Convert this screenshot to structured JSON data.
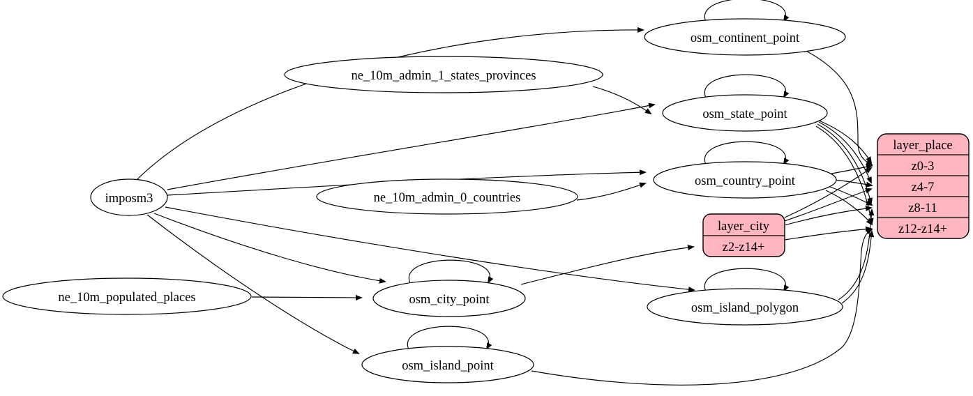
{
  "diagram": {
    "type": "etl-graph",
    "background_color": "#ffffff",
    "edge_color": "#000000",
    "table_fill_color": "#ffffff",
    "layer_fill_color": "#ffb6c1",
    "nodes": {
      "imposm3": {
        "label": "imposm3",
        "shape": "ellipse"
      },
      "ne_10m_admin_1_states_provinces": {
        "label": "ne_10m_admin_1_states_provinces",
        "shape": "ellipse"
      },
      "ne_10m_admin_0_countries": {
        "label": "ne_10m_admin_0_countries",
        "shape": "ellipse"
      },
      "ne_10m_populated_places": {
        "label": "ne_10m_populated_places",
        "shape": "ellipse"
      },
      "osm_continent_point": {
        "label": "osm_continent_point",
        "shape": "ellipse",
        "self_loop": true
      },
      "osm_state_point": {
        "label": "osm_state_point",
        "shape": "ellipse",
        "self_loop": true
      },
      "osm_country_point": {
        "label": "osm_country_point",
        "shape": "ellipse",
        "self_loop": true
      },
      "osm_city_point": {
        "label": "osm_city_point",
        "shape": "ellipse",
        "self_loop": true
      },
      "osm_island_polygon": {
        "label": "osm_island_polygon",
        "shape": "ellipse",
        "self_loop": true
      },
      "osm_island_point": {
        "label": "osm_island_point",
        "shape": "ellipse",
        "self_loop": true
      },
      "layer_city": {
        "title": "layer_city",
        "rows": [
          "z2-z14+"
        ],
        "shape": "record",
        "fill": "#ffb6c1"
      },
      "layer_place": {
        "title": "layer_place",
        "rows": [
          "z0-3",
          "z4-7",
          "z8-11",
          "z12-z14+"
        ],
        "shape": "record",
        "fill": "#ffb6c1"
      }
    },
    "edges": [
      {
        "from": "imposm3",
        "to": "osm_continent_point"
      },
      {
        "from": "imposm3",
        "to": "osm_state_point"
      },
      {
        "from": "imposm3",
        "to": "osm_country_point"
      },
      {
        "from": "imposm3",
        "to": "osm_city_point"
      },
      {
        "from": "imposm3",
        "to": "osm_island_polygon"
      },
      {
        "from": "imposm3",
        "to": "osm_island_point"
      },
      {
        "from": "ne_10m_admin_1_states_provinces",
        "to": "osm_state_point"
      },
      {
        "from": "ne_10m_admin_0_countries",
        "to": "osm_country_point"
      },
      {
        "from": "ne_10m_populated_places",
        "to": "osm_city_point"
      },
      {
        "from": "osm_continent_point",
        "to": "osm_continent_point"
      },
      {
        "from": "osm_state_point",
        "to": "osm_state_point"
      },
      {
        "from": "osm_country_point",
        "to": "osm_country_point"
      },
      {
        "from": "osm_city_point",
        "to": "osm_city_point"
      },
      {
        "from": "osm_island_polygon",
        "to": "osm_island_polygon"
      },
      {
        "from": "osm_island_point",
        "to": "osm_island_point"
      },
      {
        "from": "osm_city_point",
        "to": "layer_city:z2-z14+"
      },
      {
        "from": "osm_continent_point",
        "to": "layer_place:z0-3"
      },
      {
        "from": "osm_state_point",
        "to": "layer_place:z0-3"
      },
      {
        "from": "osm_state_point",
        "to": "layer_place:z4-7"
      },
      {
        "from": "osm_state_point",
        "to": "layer_place:z8-11"
      },
      {
        "from": "osm_state_point",
        "to": "layer_place:z12-z14+"
      },
      {
        "from": "osm_country_point",
        "to": "layer_place:z0-3"
      },
      {
        "from": "osm_country_point",
        "to": "layer_place:z4-7"
      },
      {
        "from": "osm_country_point",
        "to": "layer_place:z8-11"
      },
      {
        "from": "osm_country_point",
        "to": "layer_place:z12-z14+"
      },
      {
        "from": "layer_city",
        "to": "layer_place:z0-3"
      },
      {
        "from": "layer_city",
        "to": "layer_place:z4-7"
      },
      {
        "from": "layer_city",
        "to": "layer_place:z8-11"
      },
      {
        "from": "layer_city",
        "to": "layer_place:z12-z14+"
      },
      {
        "from": "osm_island_polygon",
        "to": "layer_place:z8-11"
      },
      {
        "from": "osm_island_polygon",
        "to": "layer_place:z12-z14+"
      },
      {
        "from": "osm_island_point",
        "to": "layer_place:z12-z14+"
      }
    ]
  }
}
